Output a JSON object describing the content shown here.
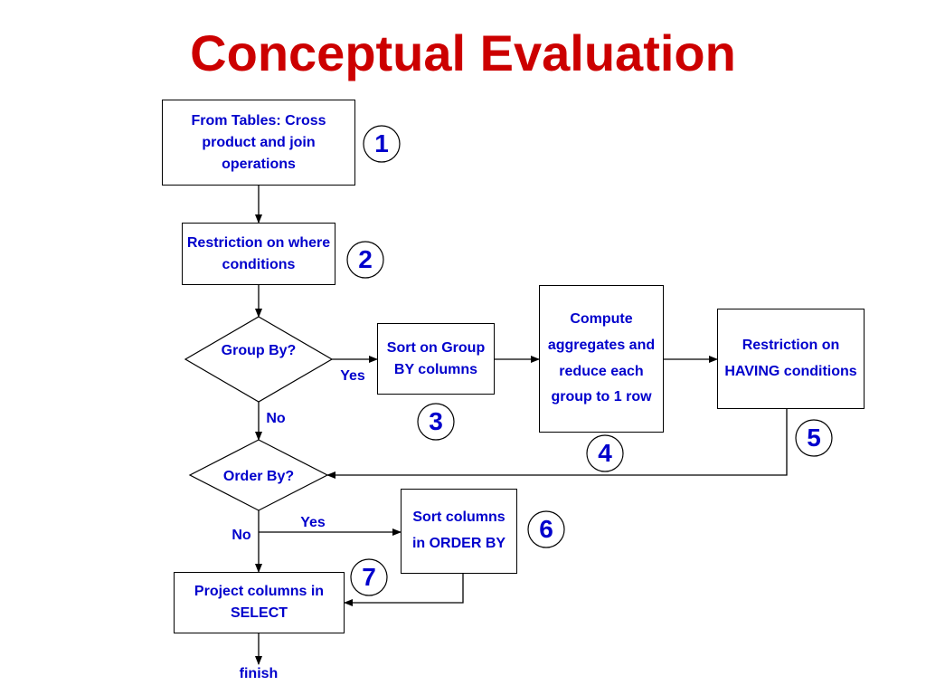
{
  "title": "Conceptual Evaluation",
  "colors": {
    "title": "#cc0000",
    "text": "#0000cc",
    "lines": "#000000"
  },
  "nodes": {
    "from_tables": "From Tables: Cross product and join operations",
    "where": "Restriction on where conditions",
    "group_by": "Group By?",
    "sort_group": "Sort on Group BY columns",
    "aggregates": "Compute aggregates and reduce each group to 1 row",
    "having": "Restriction on HAVING conditions",
    "order_by": "Order By?",
    "sort_order": "Sort columns in ORDER BY",
    "project": "Project columns in SELECT"
  },
  "edge_labels": {
    "yes1": "Yes",
    "no1": "No",
    "yes2": "Yes",
    "no2": "No",
    "finish": "finish"
  },
  "steps": [
    "1",
    "2",
    "3",
    "4",
    "5",
    "6",
    "7"
  ]
}
